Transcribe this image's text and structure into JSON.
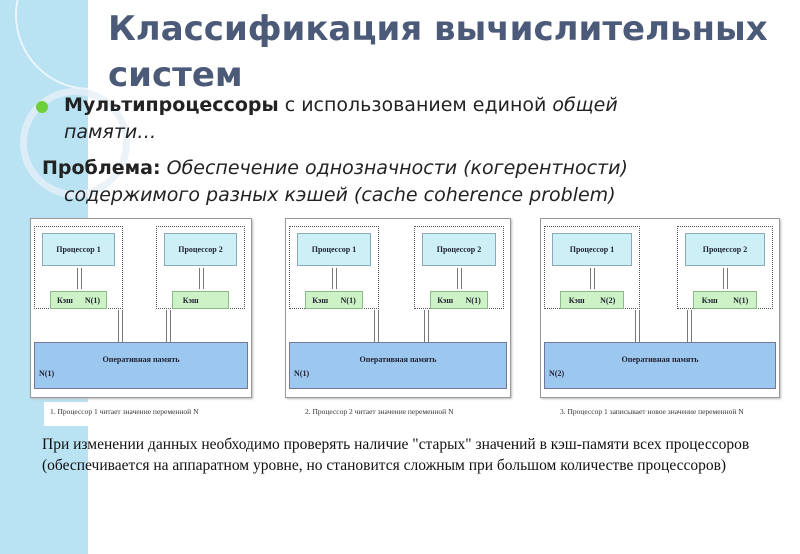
{
  "title": "Классификация вычислительных систем",
  "bullet": {
    "bold": "Мультипроцессоры",
    "text1": " с использованием единой ",
    "italic": "общей",
    "line2": "памяти…"
  },
  "problem": {
    "label": "Проблема:",
    "line1": " Обеспечение однозначности (когерентности)",
    "line2_a": "содержимого разных кэшей (",
    "line2_b": "cache coherence problem",
    "line2_c": ")"
  },
  "bullet_color": "#6fcf3a",
  "diagrams": [
    {
      "p1": "Процессор 1",
      "p2": "Процессор 2",
      "c1": "Кэш",
      "c1v": "N(1)",
      "c2": "Кэш",
      "c2v": "",
      "mem": "Оперативная память",
      "memv": "N(1)",
      "caption": "1. Процессор 1 читает значение переменной N"
    },
    {
      "p1": "Процессор 1",
      "p2": "Процессор 2",
      "c1": "Кэш",
      "c1v": "N(1)",
      "c2": "Кэш",
      "c2v": "N(1)",
      "mem": "Оперативная память",
      "memv": "N(1)",
      "caption": "2. Процессор 2 читает значение переменной N"
    },
    {
      "p1": "Процессор 1",
      "p2": "Процессор 2",
      "c1": "Кэш",
      "c1v": "N(2)",
      "c2": "Кэш",
      "c2v": "N(1)",
      "mem": "Оперативная память",
      "memv": "N(2)",
      "caption": "3. Процессор 1 записывает новое значение переменной N"
    }
  ],
  "bottom_text": "При изменении данных необходимо проверять наличие \"старых\" значений в кэш-памяти всех процессоров (обеспечивается на аппаратном уровне, но становится сложным при большом количестве процессоров)"
}
